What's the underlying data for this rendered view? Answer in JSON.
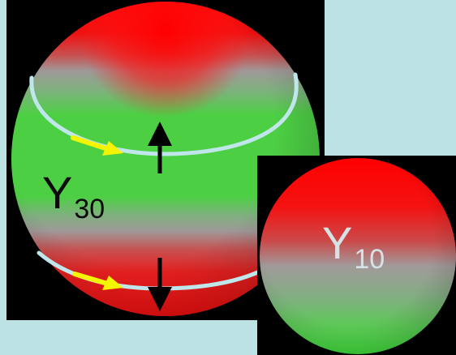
{
  "spheres": [
    {
      "symbol": "Y",
      "subscript": "30"
    },
    {
      "symbol": "Y",
      "subscript": "10"
    }
  ],
  "colors": {
    "background": "#bde2e3",
    "panel": "#000000",
    "red": "#ff0000",
    "green": "#4dcf44",
    "gray_band": "#a09a9a",
    "contour": "#bfe6ea",
    "flow_arrow": "#f5f500",
    "vertical_arrow": "#000000"
  }
}
